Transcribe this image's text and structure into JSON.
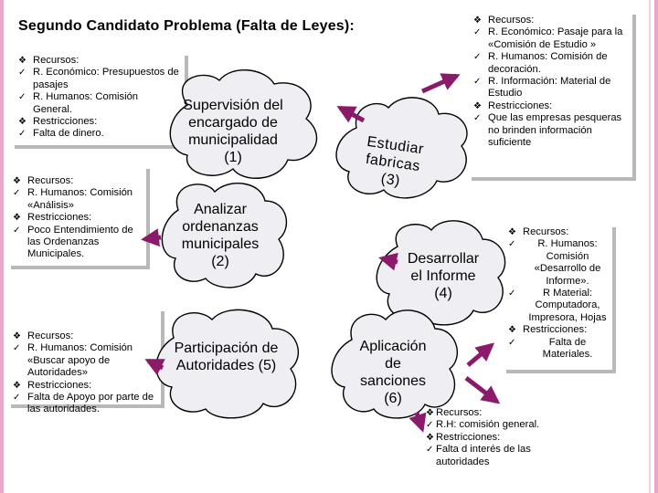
{
  "title": "Segundo Candidato Problema (Falta de Leyes):",
  "boxes": {
    "top_left": [
      {
        "bullet": "❖",
        "text": "Recursos:"
      },
      {
        "bullet": "✓",
        "text": "R. Económico: Presupuestos de pasajes"
      },
      {
        "bullet": "✓",
        "text": "R. Humanos: Comisión General."
      },
      {
        "bullet": "❖",
        "text": "Restricciones:"
      },
      {
        "bullet": "✓",
        "text": "Falta de dinero."
      }
    ],
    "mid_left": [
      {
        "bullet": "❖",
        "text": "Recursos:"
      },
      {
        "bullet": "✓",
        "text": "R. Humanos: Comisión «Análisis»"
      },
      {
        "bullet": "❖",
        "text": "Restricciones:"
      },
      {
        "bullet": "✓",
        "text": "Poco Entendimiento de las Ordenanzas Municipales."
      }
    ],
    "bottom_left": [
      {
        "bullet": "❖",
        "text": "Recursos:"
      },
      {
        "bullet": "✓",
        "text": "R. Humanos: Comisión «Buscar apoyo de Autoridades»"
      },
      {
        "bullet": "❖",
        "text": "Restricciones:"
      },
      {
        "bullet": "✓",
        "text": "Falta de Apoyo por parte de las autoridades."
      }
    ],
    "top_right": [
      {
        "bullet": "❖",
        "text": "Recursos:"
      },
      {
        "bullet": "✓",
        "text": "R. Económico: Pasaje para la «Comisión de Estudio »"
      },
      {
        "bullet": "✓",
        "text": "R. Humanos: Comisión de decoración."
      },
      {
        "bullet": "✓",
        "text": "R. Información: Material de Estudio"
      },
      {
        "bullet": "❖",
        "text": "Restricciones:"
      },
      {
        "bullet": "✓",
        "text": "Que las empresas pesqueras no brinden información suficiente"
      }
    ],
    "mid_right": [
      {
        "bullet": "❖",
        "text": "Recursos:"
      },
      {
        "bullet": "✓",
        "text": "R. Humanos: Comisión «Desarrollo de Informe»."
      },
      {
        "bullet": "✓",
        "text": "R Material: Computadora, Impresora, Hojas"
      },
      {
        "bullet": "❖",
        "text": "Restricciones:"
      },
      {
        "bullet": "✓",
        "text": "Falta de Materiales."
      }
    ],
    "bottom_right": [
      {
        "bullet": "❖",
        "text": "Recursos:"
      },
      {
        "bullet": "✓",
        "text": "R.H: comisión general."
      },
      {
        "bullet": "❖",
        "text": "Restricciones:"
      },
      {
        "bullet": "✓",
        "text": "Falta d interés de las autoridades"
      }
    ]
  },
  "clouds": {
    "c1": "Supervisión del encargado de municipalidad (1)",
    "c2": "Analizar ordenanzas municipales (2)",
    "c3": "Estudiar fabricas (3)",
    "c4": "Desarrollar el Informe (4)",
    "c5": "Participación de Autoridades (5)",
    "c6": "Aplicación de sanciones (6)"
  },
  "colors": {
    "cloud_fill": "#eeeef3",
    "arrow": "#8b1a6b",
    "box_shadow": "#b0b0b0",
    "side_border": "#e9a6c8"
  }
}
